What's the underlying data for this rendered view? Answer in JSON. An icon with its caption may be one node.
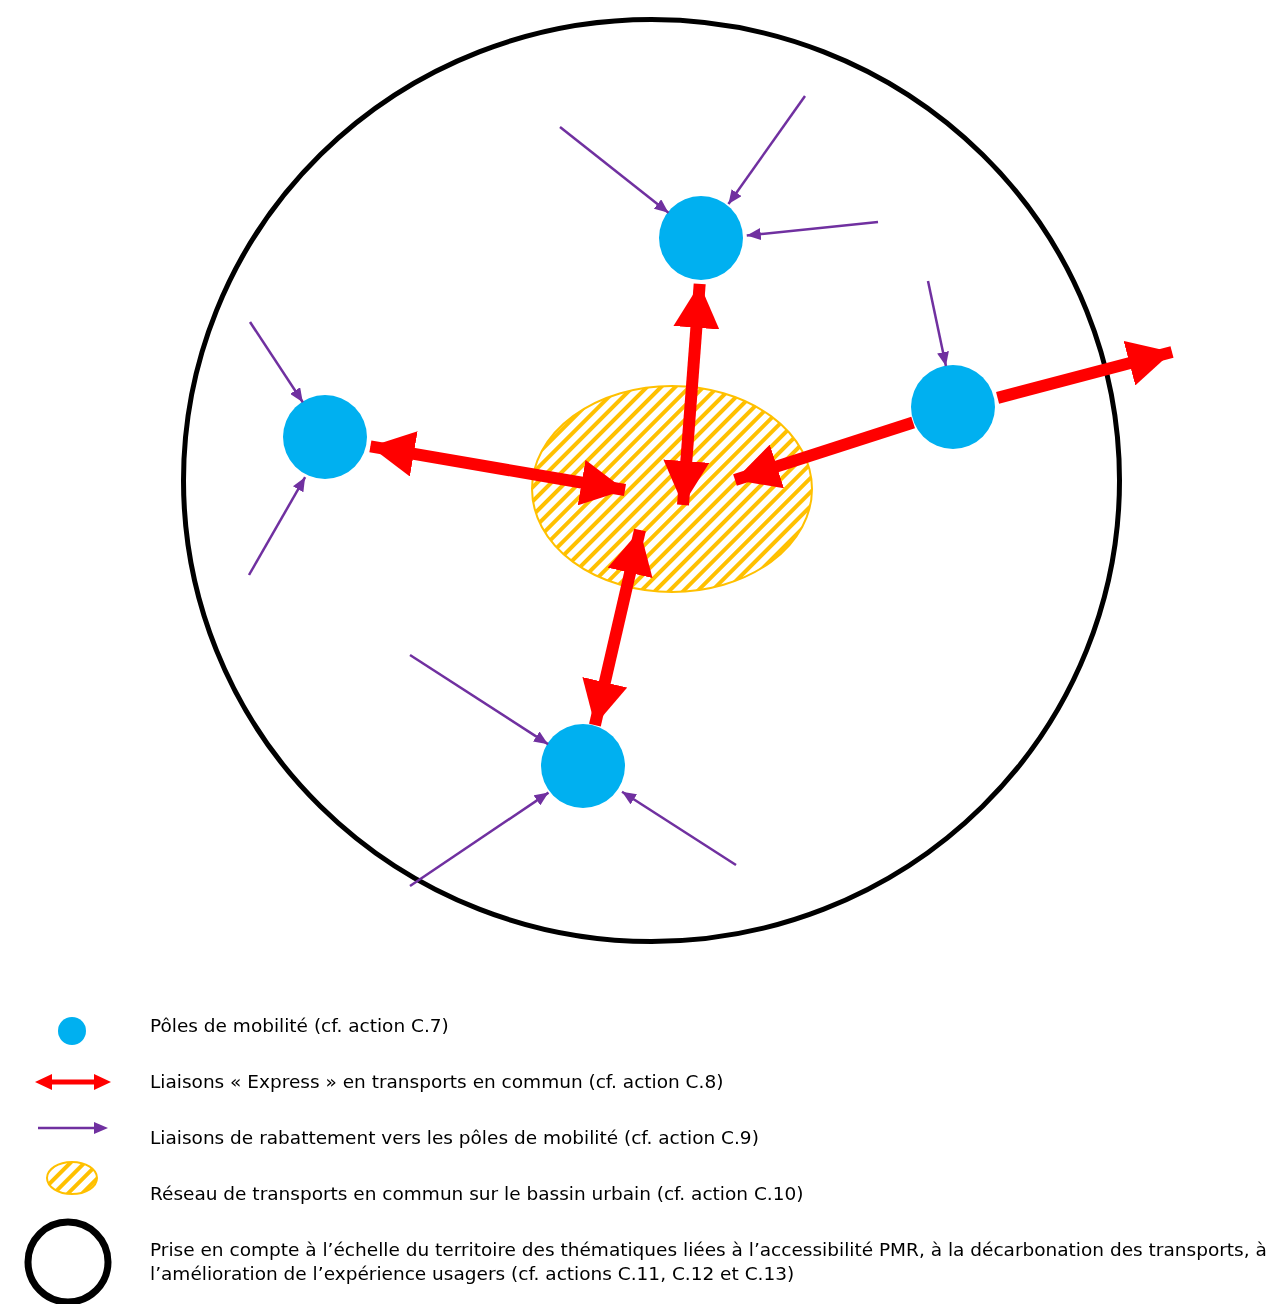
{
  "diagram": {
    "nodes": [
      {
        "text": [],
        "shape": "circle"
      },
      {
        "text": [],
        "shape": "ellipse",
        "in": 0
      },
      {
        "text": [],
        "shape": "circle",
        "in": 0
      },
      {
        "text": [],
        "shape": "circle",
        "in": 0
      },
      {
        "text": [],
        "shape": "circle",
        "in": 0
      },
      {
        "text": [],
        "shape": "circle",
        "in": 0
      }
    ],
    "edges": [
      {
        "from": 1,
        "to": 2,
        "arrow": "both",
        "style": "thick",
        "color": "#ff0000"
      },
      {
        "from": 1,
        "to": 3,
        "arrow": "both",
        "style": "thick",
        "color": "#ff0000"
      },
      {
        "from": 4,
        "to": 1,
        "arrow": "to",
        "style": "thick",
        "color": "#ff0000"
      },
      {
        "from": 4,
        "to": null,
        "arrow": "to",
        "style": "thick",
        "color": "#ff0000"
      },
      {
        "from": 1,
        "to": 5,
        "arrow": "both",
        "style": "thick",
        "color": "#ff0000"
      },
      {
        "from": null,
        "to": 2,
        "arrow": "to"
      },
      {
        "from": null,
        "to": 2,
        "arrow": "to"
      },
      {
        "from": null,
        "to": 2,
        "arrow": "to"
      },
      {
        "from": null,
        "to": 4,
        "arrow": "to"
      },
      {
        "from": null,
        "to": 3,
        "arrow": "to"
      },
      {
        "from": null,
        "to": 3,
        "arrow": "to"
      },
      {
        "from": null,
        "to": 5,
        "arrow": "to"
      },
      {
        "from": null,
        "to": 5,
        "arrow": "to"
      },
      {
        "from": null,
        "to": 5,
        "arrow": "to"
      }
    ],
    "legend": [
      {
        "text": "Pôles de mobilité (cf. action C.7)"
      },
      {
        "text": "Liaisons « Express » en transports en commun (cf. action C.8)"
      },
      {
        "text": "Liaisons de rabattement vers les pôles de mobilité (cf. action C.9)"
      },
      {
        "text": "Réseau de transports en commun sur le bassin urbain (cf. action C.10)"
      },
      {
        "text": "Prise en compte à l’échelle du territoire des thématiques liées à l’accessibilité PMR, à la décarbonation des transports, à l’amélioration de l’expérience usagers (cf. actions C.11, C.12 et C.13)"
      }
    ]
  }
}
